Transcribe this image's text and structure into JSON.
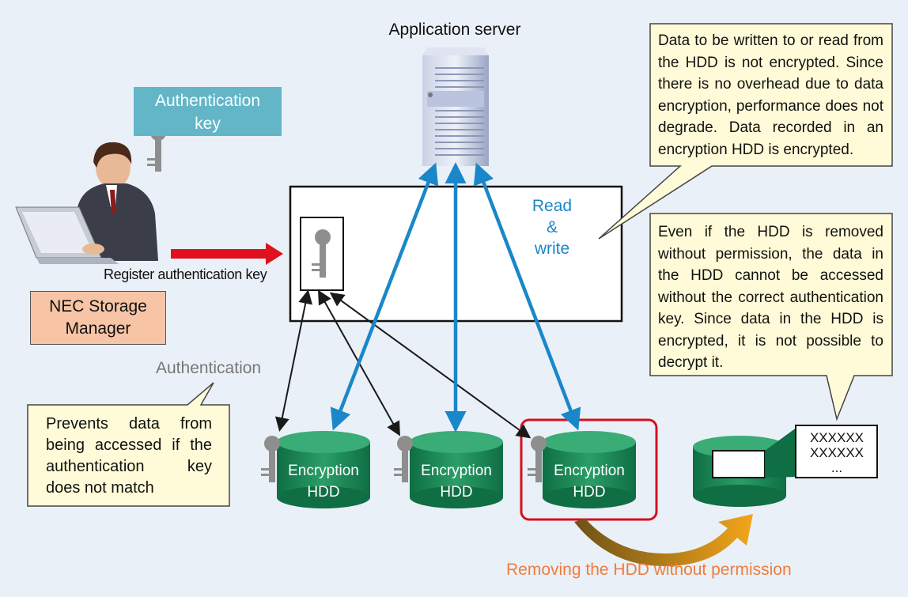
{
  "server": {
    "title": "Application server"
  },
  "authentication_key": {
    "label_line1": "Authentication",
    "label_line2": "key"
  },
  "nec_storage_manager": {
    "line1": "NEC Storage",
    "line2": "Manager"
  },
  "register_label": "Register authentication key",
  "read_write": {
    "line1": "Read",
    "line2": "&",
    "line3": "write"
  },
  "authentication_label": "Authentication",
  "callout_performance": "Data to be written to or read from the HDD is not encrypted. Since there is no overhead due to data encryption, performance does not degrade. Data recorded in an encryption HDD is encrypted.",
  "callout_removed": "Even if the HDD is removed without permission, the data in the HDD cannot be accessed without the correct authentication key. Since data in the HDD is encrypted, it is not possible to decrypt it.",
  "callout_prevents": "Prevents data from being accessed if the authentication key does not match",
  "hdds": [
    {
      "line1": "Encryption",
      "line2": "HDD"
    },
    {
      "line1": "Encryption",
      "line2": "HDD"
    },
    {
      "line1": "Encryption",
      "line2": "HDD"
    }
  ],
  "encrypted_data": {
    "line1": "XXXXXX",
    "line2": "XXXXXX",
    "line3": "..."
  },
  "removing_label": "Removing the HDD without permission",
  "colors": {
    "read_write_arrow": "#1a87c9",
    "register_arrow": "#e0101e",
    "hdd_green": "#1a8a56",
    "highlight": "#d6101e",
    "removing_text": "#f07c3c",
    "auth_key_box": "#62b6c8",
    "nec_box": "#f7c4a6",
    "callout_bg": "#fffbd8"
  }
}
